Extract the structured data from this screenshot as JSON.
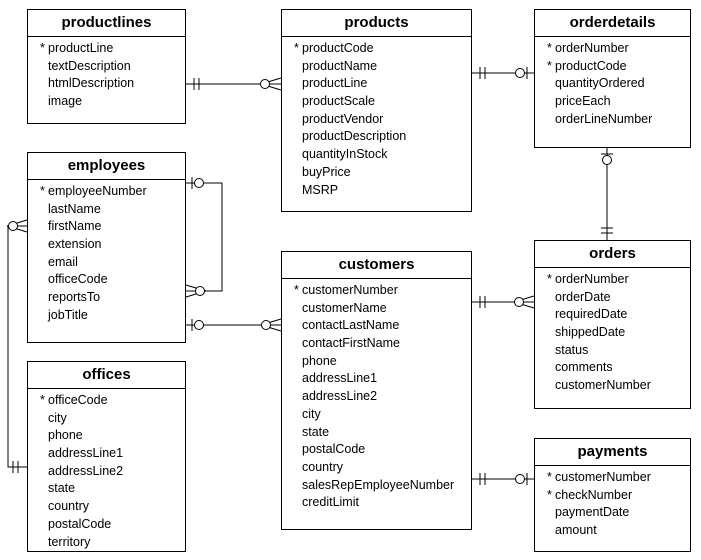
{
  "entities": {
    "productlines": {
      "title": "productlines",
      "fields": [
        {
          "name": "productLine",
          "pk": true
        },
        {
          "name": "textDescription",
          "pk": false
        },
        {
          "name": "htmlDescription",
          "pk": false
        },
        {
          "name": "image",
          "pk": false
        }
      ]
    },
    "products": {
      "title": "products",
      "fields": [
        {
          "name": "productCode",
          "pk": true
        },
        {
          "name": "productName",
          "pk": false
        },
        {
          "name": "productLine",
          "pk": false
        },
        {
          "name": "productScale",
          "pk": false
        },
        {
          "name": "productVendor",
          "pk": false
        },
        {
          "name": "productDescription",
          "pk": false
        },
        {
          "name": "quantityInStock",
          "pk": false
        },
        {
          "name": "buyPrice",
          "pk": false
        },
        {
          "name": "MSRP",
          "pk": false
        }
      ]
    },
    "orderdetails": {
      "title": "orderdetails",
      "fields": [
        {
          "name": "orderNumber",
          "pk": true
        },
        {
          "name": "productCode",
          "pk": true
        },
        {
          "name": "quantityOrdered",
          "pk": false
        },
        {
          "name": "priceEach",
          "pk": false
        },
        {
          "name": "orderLineNumber",
          "pk": false
        }
      ]
    },
    "employees": {
      "title": "employees",
      "fields": [
        {
          "name": "employeeNumber",
          "pk": true
        },
        {
          "name": "lastName",
          "pk": false
        },
        {
          "name": "firstName",
          "pk": false
        },
        {
          "name": "extension",
          "pk": false
        },
        {
          "name": "email",
          "pk": false
        },
        {
          "name": "officeCode",
          "pk": false
        },
        {
          "name": "reportsTo",
          "pk": false
        },
        {
          "name": "jobTitle",
          "pk": false
        }
      ]
    },
    "customers": {
      "title": "customers",
      "fields": [
        {
          "name": "customerNumber",
          "pk": true
        },
        {
          "name": "customerName",
          "pk": false
        },
        {
          "name": "contactLastName",
          "pk": false
        },
        {
          "name": "contactFirstName",
          "pk": false
        },
        {
          "name": "phone",
          "pk": false
        },
        {
          "name": "addressLine1",
          "pk": false
        },
        {
          "name": "addressLine2",
          "pk": false
        },
        {
          "name": "city",
          "pk": false
        },
        {
          "name": "state",
          "pk": false
        },
        {
          "name": "postalCode",
          "pk": false
        },
        {
          "name": "country",
          "pk": false
        },
        {
          "name": "salesRepEmployeeNumber",
          "pk": false
        },
        {
          "name": "creditLimit",
          "pk": false
        }
      ]
    },
    "orders": {
      "title": "orders",
      "fields": [
        {
          "name": "orderNumber",
          "pk": true
        },
        {
          "name": "orderDate",
          "pk": false
        },
        {
          "name": "requiredDate",
          "pk": false
        },
        {
          "name": "shippedDate",
          "pk": false
        },
        {
          "name": "status",
          "pk": false
        },
        {
          "name": "comments",
          "pk": false
        },
        {
          "name": "customerNumber",
          "pk": false
        }
      ]
    },
    "offices": {
      "title": "offices",
      "fields": [
        {
          "name": "officeCode",
          "pk": true
        },
        {
          "name": "city",
          "pk": false
        },
        {
          "name": "phone",
          "pk": false
        },
        {
          "name": "addressLine1",
          "pk": false
        },
        {
          "name": "addressLine2",
          "pk": false
        },
        {
          "name": "state",
          "pk": false
        },
        {
          "name": "country",
          "pk": false
        },
        {
          "name": "postalCode",
          "pk": false
        },
        {
          "name": "territory",
          "pk": false
        }
      ]
    },
    "payments": {
      "title": "payments",
      "fields": [
        {
          "name": "customerNumber",
          "pk": true
        },
        {
          "name": "checkNumber",
          "pk": true
        },
        {
          "name": "paymentDate",
          "pk": false
        },
        {
          "name": "amount",
          "pk": false
        }
      ]
    }
  },
  "primary_key_marker": "*",
  "relationships": [
    {
      "from": "productlines",
      "to": "products",
      "from_cardinality": "exactly-one",
      "to_cardinality": "zero-or-many"
    },
    {
      "from": "products",
      "to": "orderdetails",
      "from_cardinality": "exactly-one",
      "to_cardinality": "zero-or-one"
    },
    {
      "from": "orders",
      "to": "orderdetails",
      "from_cardinality": "exactly-one",
      "to_cardinality": "zero-or-one"
    },
    {
      "from": "employees",
      "to": "employees",
      "from_cardinality": "zero-or-one",
      "to_cardinality": "zero-or-many"
    },
    {
      "from": "employees",
      "to": "customers",
      "from_cardinality": "zero-or-one",
      "to_cardinality": "zero-or-many"
    },
    {
      "from": "customers",
      "to": "orders",
      "from_cardinality": "exactly-one",
      "to_cardinality": "zero-or-many"
    },
    {
      "from": "customers",
      "to": "payments",
      "from_cardinality": "exactly-one",
      "to_cardinality": "zero-or-one"
    },
    {
      "from": "offices",
      "to": "employees",
      "from_cardinality": "exactly-one",
      "to_cardinality": "zero-or-many"
    }
  ]
}
